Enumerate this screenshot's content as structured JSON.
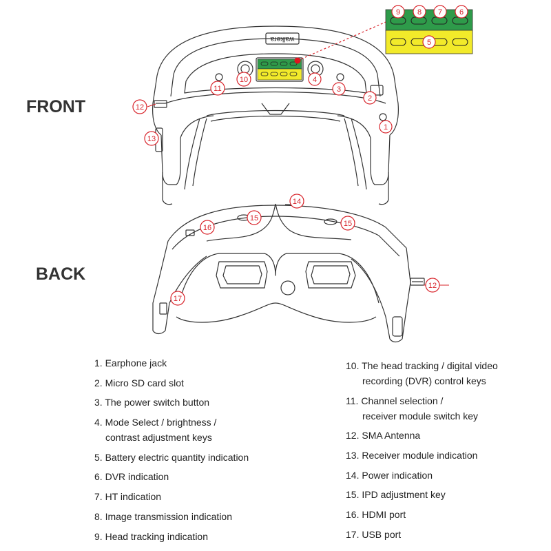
{
  "views": {
    "front_label": "FRONT",
    "back_label": "BACK",
    "brand_text": "walkera"
  },
  "callouts": {
    "n1": "1",
    "n2": "2",
    "n3": "3",
    "n4": "4",
    "n5": "5",
    "n6": "6",
    "n7": "7",
    "n8": "8",
    "n9": "9",
    "n10": "10",
    "n11": "11",
    "n12": "12",
    "n13": "13",
    "n14": "14",
    "n15": "15",
    "n16": "16",
    "n17": "17"
  },
  "legend": {
    "left": [
      {
        "num": "1.",
        "line1": "Earphone jack",
        "line2": ""
      },
      {
        "num": "2.",
        "line1": "Micro SD card slot",
        "line2": ""
      },
      {
        "num": "3.",
        "line1": "The power switch button",
        "line2": ""
      },
      {
        "num": "4.",
        "line1": "Mode Select / brightness /",
        "line2": "contrast adjustment keys"
      },
      {
        "num": "5.",
        "line1": "Battery electric quantity indication",
        "line2": ""
      },
      {
        "num": "6.",
        "line1": "DVR indication",
        "line2": ""
      },
      {
        "num": "7.",
        "line1": "HT indication",
        "line2": ""
      },
      {
        "num": "8.",
        "line1": "Image transmission indication",
        "line2": ""
      },
      {
        "num": "9.",
        "line1": "Head tracking indication",
        "line2": ""
      }
    ],
    "right": [
      {
        "num": "10.",
        "line1": "The head tracking / digital video",
        "line2": "recording (DVR) control keys"
      },
      {
        "num": "11.",
        "line1": "Channel selection /",
        "line2": "receiver module switch key"
      },
      {
        "num": "12.",
        "line1": "SMA Antenna",
        "line2": ""
      },
      {
        "num": "13.",
        "line1": "Receiver module indication",
        "line2": ""
      },
      {
        "num": "14.",
        "line1": "Power indication",
        "line2": ""
      },
      {
        "num": "15.",
        "line1": "IPD adjustment key",
        "line2": ""
      },
      {
        "num": "16.",
        "line1": "HDMI port",
        "line2": ""
      },
      {
        "num": "17.",
        "line1": "USB port",
        "line2": ""
      }
    ]
  },
  "colors": {
    "callout": "#d8232a",
    "green_panel": "#2e9b4a",
    "yellow_panel": "#f2ea2a",
    "red_dot": "#e0141e",
    "outline": "#333333"
  }
}
